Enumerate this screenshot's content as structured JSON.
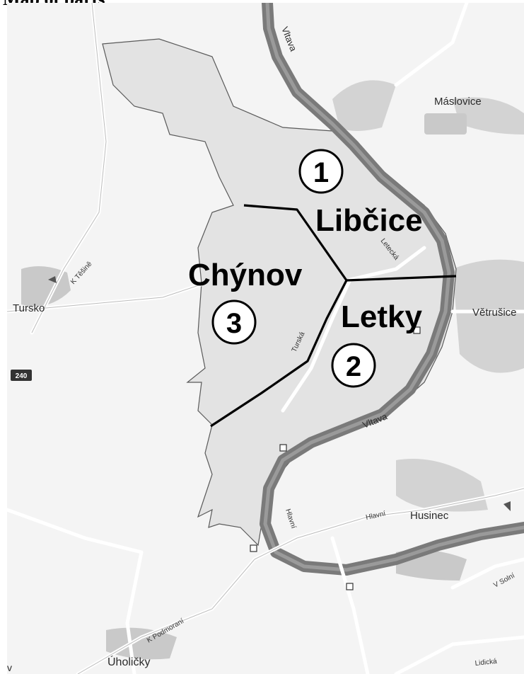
{
  "header": {
    "text": "Map of parts"
  },
  "rivers": {
    "north": "Vltava",
    "south": "Vltava"
  },
  "places": {
    "maslovice": "Máslovice",
    "tursko": "Tursko",
    "vetrusice": "Větrušice",
    "husinec": "Husinec",
    "uholicky": "Úholičky"
  },
  "streets": {
    "k_tesine": "K Těšině",
    "letecka": "Letecká",
    "turska": "Turská",
    "hlavni_1": "Hlavní",
    "hlavni_2": "Hlavní",
    "k_podmorani": "K Podmoraní",
    "v_solni": "V Solní",
    "lidicka": "Lidická"
  },
  "road_shield": "240",
  "partial_label_left": "v",
  "districts": [
    {
      "number": "1",
      "name": "Libčice"
    },
    {
      "number": "2",
      "name": "Letky"
    },
    {
      "number": "3",
      "name": "Chýnov"
    }
  ],
  "colors": {
    "river": "#7a7a7a",
    "municipality_fill": "#e3e3e3",
    "background": "#f4f4f4",
    "district_border": "#000000"
  }
}
